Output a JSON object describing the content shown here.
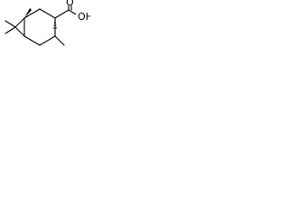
{
  "structure": {
    "atom_labels": {
      "oxygen_carbonyl": "O",
      "hydroxyl": "OH"
    },
    "colors": {
      "bond": "#000000",
      "background": "#ffffff"
    },
    "bicyclic_ring": true,
    "stereo_bonds": [
      "wedge",
      "hashed"
    ]
  }
}
